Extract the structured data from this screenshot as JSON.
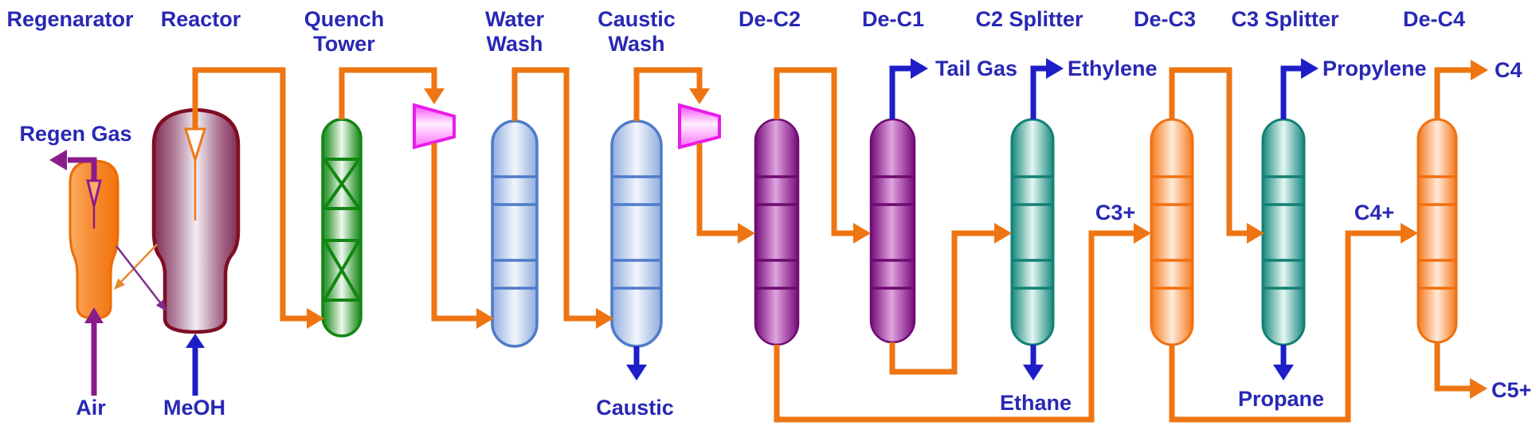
{
  "diagram": {
    "headers": {
      "regenerator": "Regenarator",
      "reactor": "Reactor",
      "quench_tower": {
        "line1": "Quench",
        "line2": "Tower"
      },
      "water_wash": {
        "line1": "Water",
        "line2": "Wash"
      },
      "caustic_wash": {
        "line1": "Caustic",
        "line2": "Wash"
      },
      "de_c2": "De-C2",
      "de_c1": "De-C1",
      "c2_splitter": "C2 Splitter",
      "de_c3": "De-C3",
      "c3_splitter": "C3 Splitter",
      "de_c4": "De-C4"
    },
    "streams": {
      "regen_gas": "Regen Gas",
      "air": "Air",
      "meoh": "MeOH",
      "caustic": "Caustic",
      "tail_gas": "Tail Gas",
      "ethylene": "Ethylene",
      "ethane": "Ethane",
      "c3_plus": "C3+",
      "propylene": "Propylene",
      "propane": "Propane",
      "c4_plus": "C4+",
      "c4": "C4",
      "c5_plus": "C5+"
    },
    "colors": {
      "label_text": "#2828B4",
      "pipe_orange": "#EE7512",
      "pipe_blue": "#1E1EC8",
      "pipe_purple": "#8A1C8C",
      "quench_green": "#1E8A1E",
      "wash_blue_border": "#4F7BC8",
      "column_purple": "#800D82",
      "column_teal": "#17897D",
      "column_orange": "#F5791D",
      "reactor_maroon": "#7E0E24",
      "regenerator_orange": "#ED6C00",
      "compressor_magenta": "#E81CE8"
    }
  }
}
